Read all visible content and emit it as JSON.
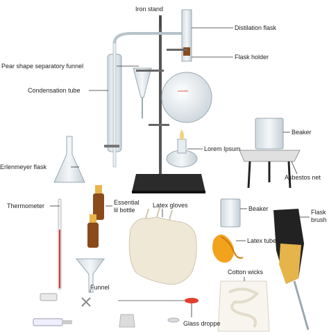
{
  "labels": {
    "iron_stand": "Iron stand",
    "distillation_flask": "Distilation flask",
    "flask_holder": "Flask holder",
    "separatory_funnel": "Pear shape separatory funnel",
    "condensation_tube": "Condensation tube",
    "beaker_top": "Beaker",
    "lorem_ipsum": "Lorem Ipsum",
    "erlenmeyer_flask": "Erlenmeyer flask",
    "asbestos_net": "Asbestos net",
    "thermometer": "Thermometer",
    "essential_oil_bottle": "Essential lil bottle",
    "latex_gloves": "Latex gloves",
    "beaker_small": "Beaker",
    "flask_brush": "Flask brush",
    "latex_tube": "Latex tube",
    "funnel": "Funnel",
    "cotton_wicks": "Cotton wicks",
    "glass_dropper": "Glass droppe"
  },
  "colors": {
    "glass": "#dfe7ec",
    "glass_edge": "#9aa8b0",
    "base": "#2b2b2b",
    "amber": "#8a4a1c",
    "latex": "#f3a21e",
    "glove": "#efe8d6",
    "brush_dark": "#222222",
    "brush_tip": "#e5b44a",
    "dropper_bulb": "#e0402c",
    "line": "#555555"
  }
}
